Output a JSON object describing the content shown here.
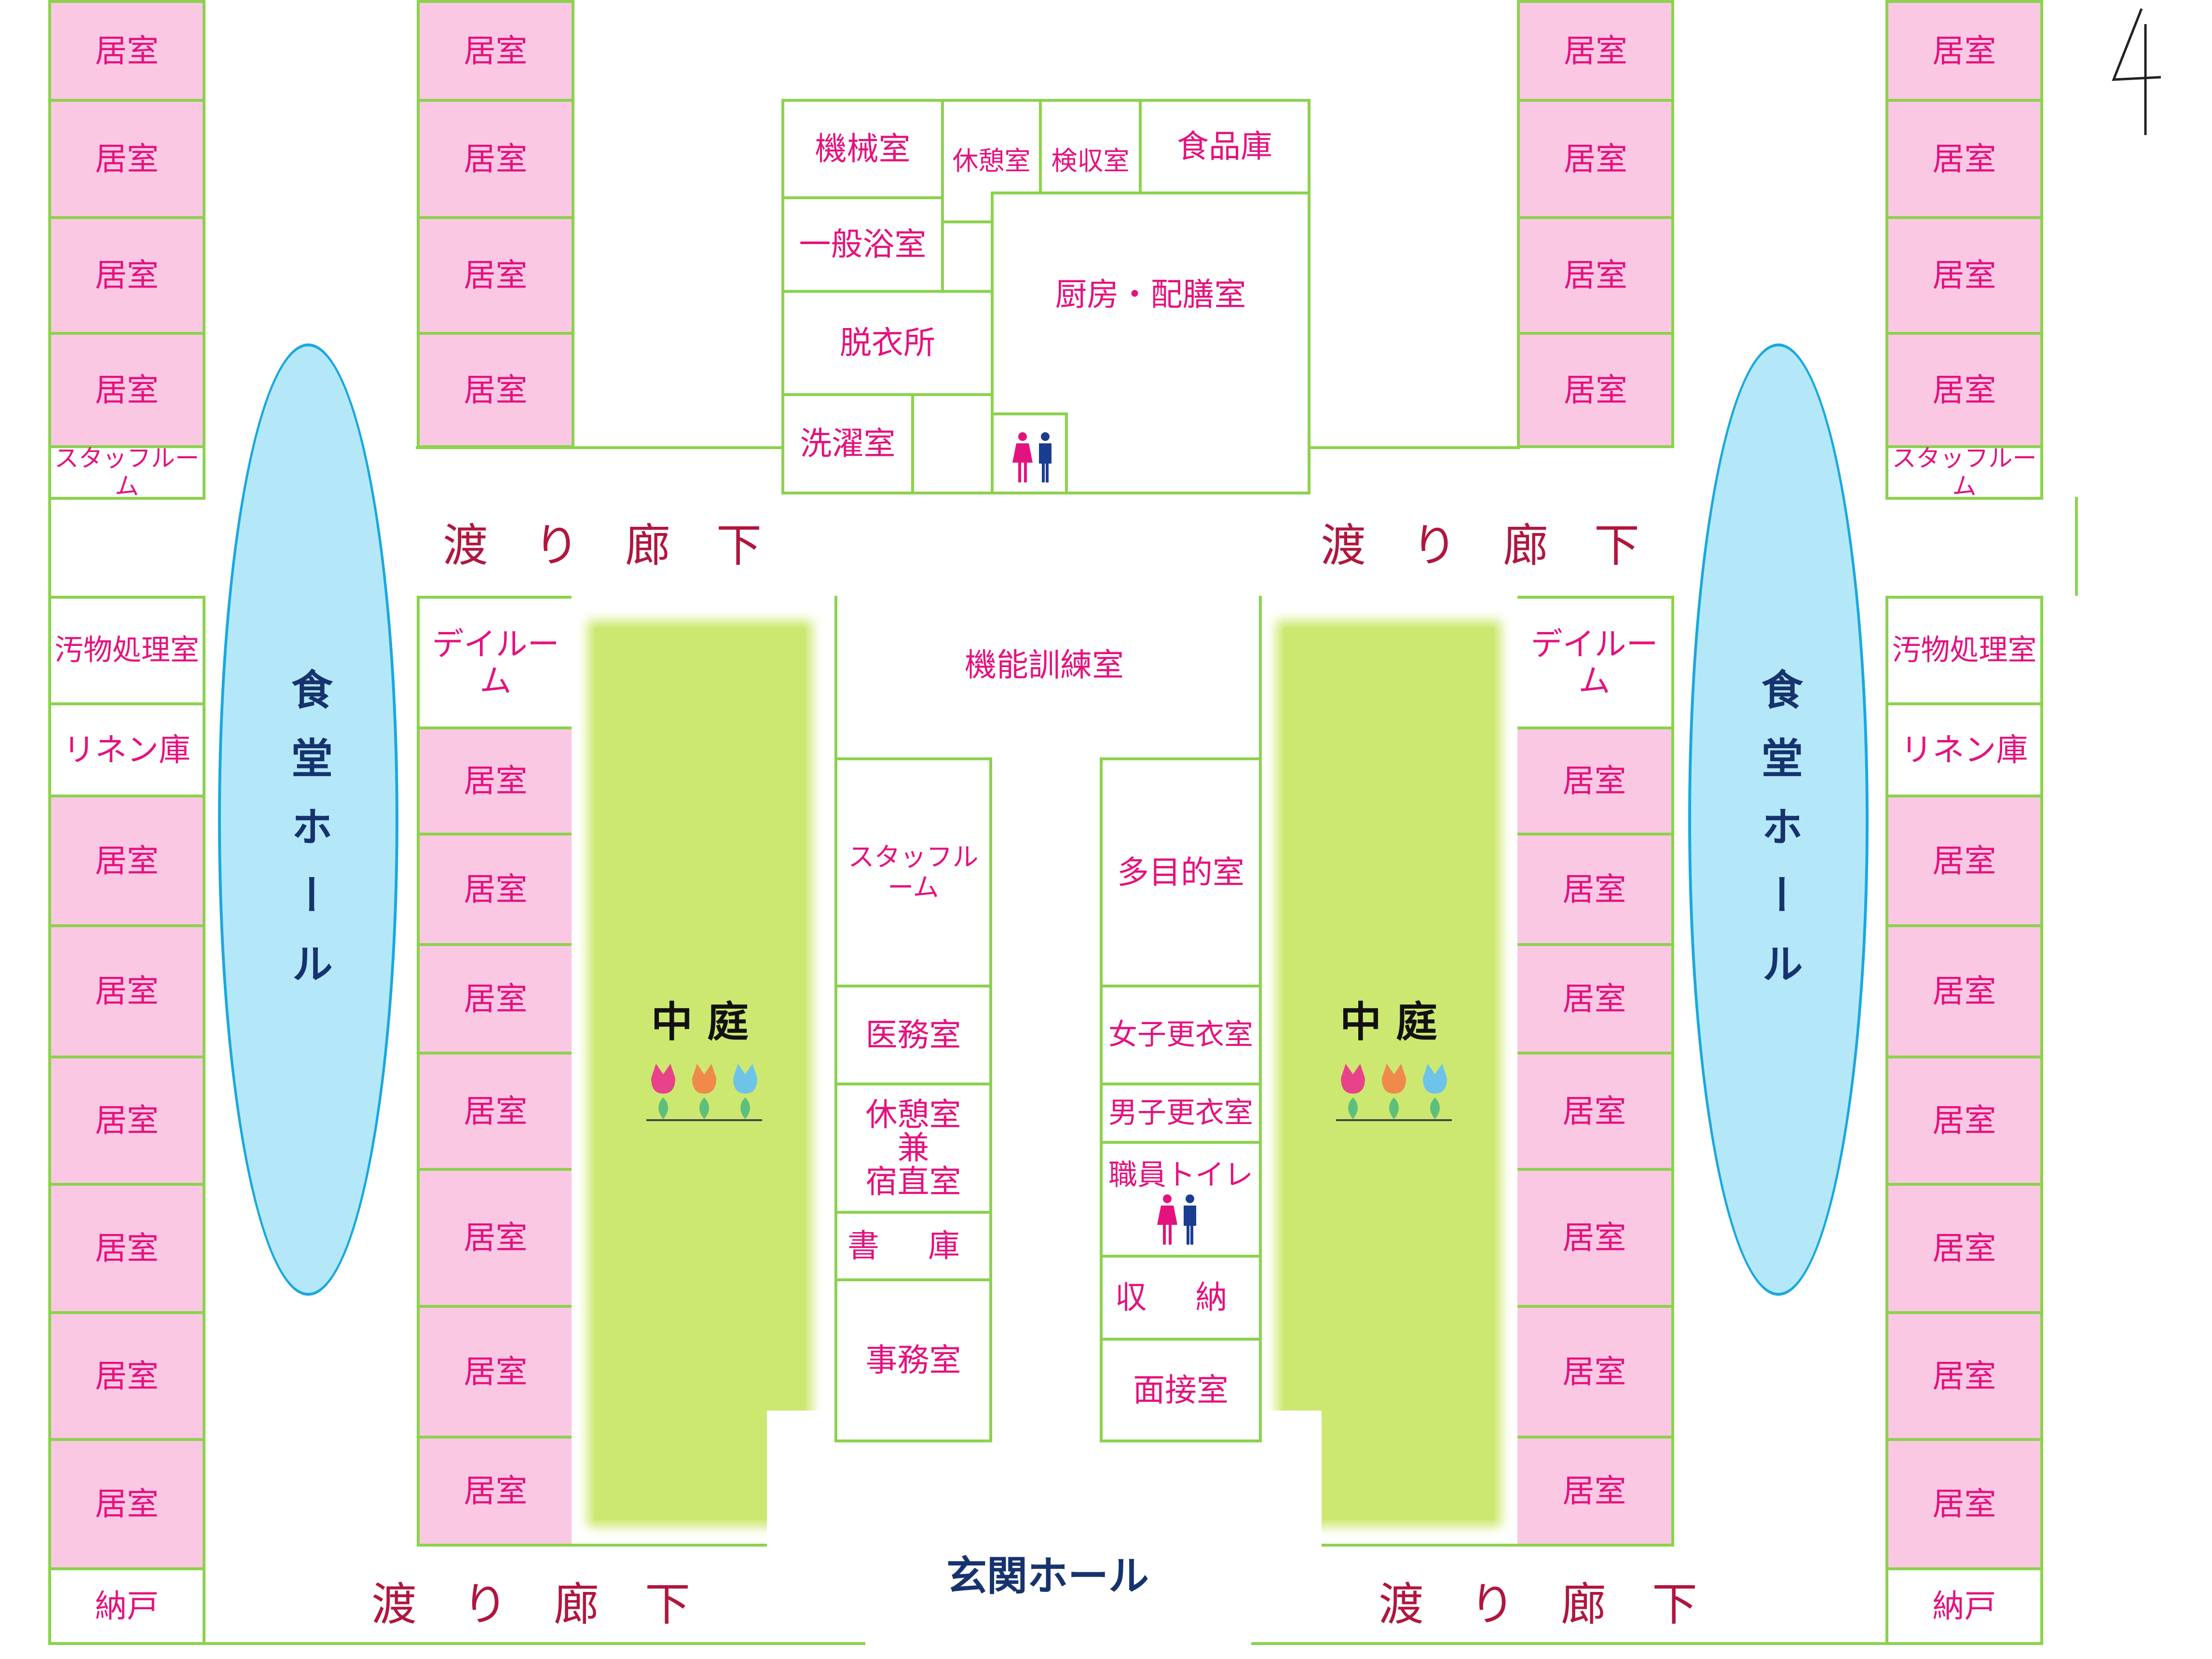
{
  "labels": {
    "room": "居室",
    "staff_room": "スタッフルーム",
    "soiled_room": "汚物処理室",
    "linen": "リネン庫",
    "storage": "納戸",
    "day_room": "デイルーム",
    "dining_hall": "食堂ホール",
    "corridor": "渡り廊下",
    "garden": "中 庭",
    "entrance_hall": "玄関ホール"
  },
  "service_core": {
    "machine_room": "機械室",
    "break_room": "休憩室",
    "inspection_room": "検収室",
    "pantry": "食品庫",
    "general_bath": "一般浴室",
    "dressing_room": "脱衣所",
    "kitchen": "厨房・配膳室",
    "laundry": "洗濯室"
  },
  "central": {
    "rehab_room": "機能訓練室",
    "staff_room": "スタッフルーム",
    "medical_office": "医務室",
    "rest_night_room": "休憩室\n兼\n宿直室",
    "library": "書 庫",
    "office": "事務室",
    "multipurpose": "多目的室",
    "women_locker": "女子更衣室",
    "men_locker": "男子更衣室",
    "staff_toilet": "職員トイレ",
    "storage": "収 納",
    "interview_room": "面接室"
  },
  "floor_mark": "4",
  "colors": {
    "wall": "#8cd24e",
    "room_fill": "#fbc8e4",
    "room_text": "#e4127e",
    "garden": "#cde871",
    "hall_fill": "#b4e8f9",
    "hall_border": "#1aa8e0",
    "corridor_text": "#b0163e",
    "hall_text": "#16336e"
  },
  "icons": [
    "restroom-icon",
    "tulip-icon"
  ]
}
